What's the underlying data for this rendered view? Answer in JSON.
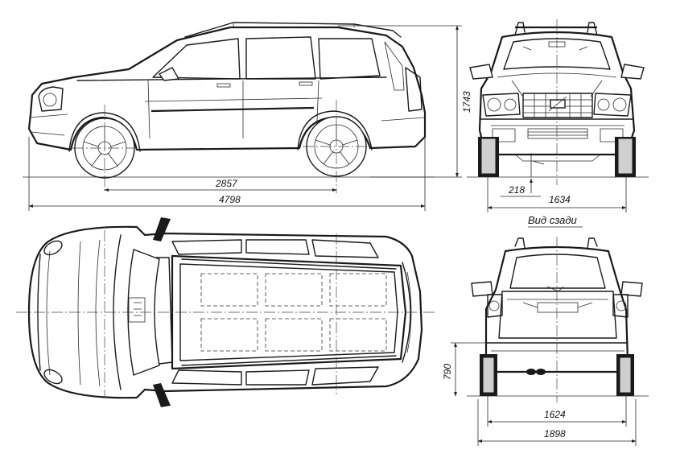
{
  "dimensions": {
    "wheelbase": "2857",
    "length": "4798",
    "height": "1743",
    "ground_clearance": "218",
    "front_track": "1634",
    "rear_track": "1624",
    "width": "1898",
    "rear_height": "790"
  },
  "captions": {
    "rear_view": "Вид сзади"
  },
  "colors": {
    "ink": "#1a1a1a",
    "paper": "#ffffff"
  }
}
